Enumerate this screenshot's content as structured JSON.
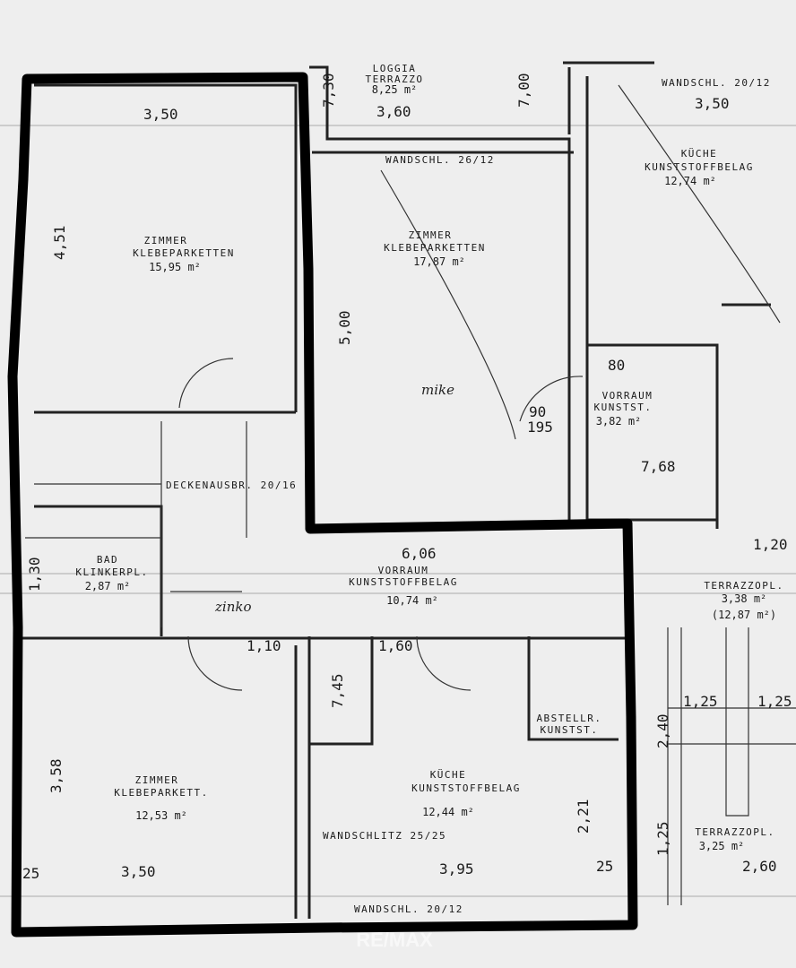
{
  "rooms": [
    {
      "name": "ZIMMER",
      "floor": "KLEBEPARKETTEN",
      "area": "15,95 m²"
    },
    {
      "name": "ZIMMER",
      "floor": "KLEBEPARKETTEN",
      "area": "17,87 m²"
    },
    {
      "name": "LOGGIA",
      "floor": "TERRAZZO",
      "area": "8,25 m²"
    },
    {
      "name": "KÜCHE",
      "floor": "KUNSTSTOFFBELAG",
      "area": "12,74 m²"
    },
    {
      "name": "VORRAUM",
      "floor": "KUNSTST.",
      "area": "3,82 m²"
    },
    {
      "name": "BAD",
      "floor": "KLINKERPL.",
      "area": "2,87 m²"
    },
    {
      "name": "VORRAUM",
      "floor": "KUNSTSTOFFBELAG",
      "area": "10,74 m²"
    },
    {
      "name": "TERRAZZOPL.",
      "floor": "3,38 m²",
      "area": "(12,87 m²)"
    },
    {
      "name": "ZIMMER",
      "floor": "KLEBEPARKETT.",
      "area": "12,53 m²"
    },
    {
      "name": "KÜCHE",
      "floor": "KUNSTSTOFFBELAG",
      "area": "12,44 m²"
    },
    {
      "name": "ABSTELLR.",
      "floor": "KUNSTST.",
      "area": ""
    },
    {
      "name": "TERRAZZOPL.",
      "floor": "3,25 m²",
      "area": ""
    }
  ],
  "notes": {
    "wandschlitz": "WANDSCHLITZ 25/25",
    "wandschl_bottom": "WANDSCHL. 20/12",
    "wandschl_mid": "WANDSCHL. 26/12",
    "wandschl_top": "WANDSCHL. 20/12",
    "deckenausbr": "DECKENAUSBR. 20/16",
    "handwritten_left": "zinko",
    "handwritten_right": "mike",
    "watermark": "RE/MAX"
  },
  "dimensions": {
    "d1": "3,50",
    "d2": "3,60",
    "d3": "3,50",
    "d4": "4,51",
    "d5": "5,00",
    "d6": "6,06",
    "d7": "3,58",
    "d8": "3,50",
    "d9": "3,95",
    "d10": "2,40",
    "d11": "2,60",
    "d12": "1,25",
    "d13": "7,68",
    "d14": "1,10",
    "d15": "1,60",
    "d16": "2,21",
    "d17": "1,25",
    "d18": "1,25",
    "d19": "80",
    "d20": "90",
    "d21": "195",
    "d22": "25",
    "d23": "25",
    "d24": "1,20",
    "d25": "7,30",
    "d26": "7,00",
    "d27": "1,30",
    "d28": "7,45"
  }
}
